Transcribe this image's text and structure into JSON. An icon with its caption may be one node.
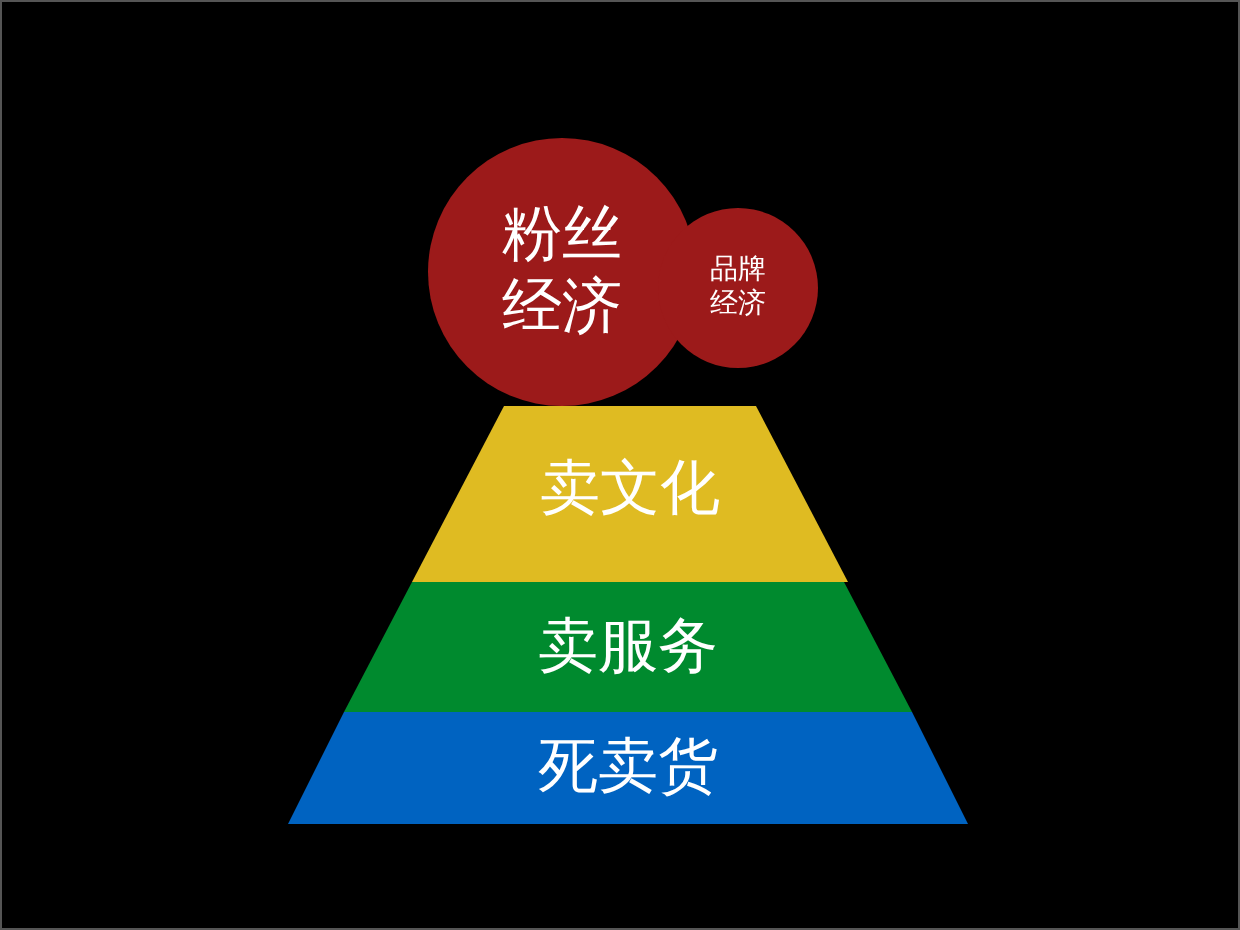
{
  "diagram": {
    "nodes": [
      {
        "text": [
          "粉丝经济"
        ]
      },
      {
        "text": [
          "品牌经济"
        ]
      },
      {
        "text": [
          "卖文化"
        ]
      },
      {
        "text": [
          "卖服务"
        ]
      },
      {
        "text": [
          "死卖货"
        ]
      }
    ]
  }
}
